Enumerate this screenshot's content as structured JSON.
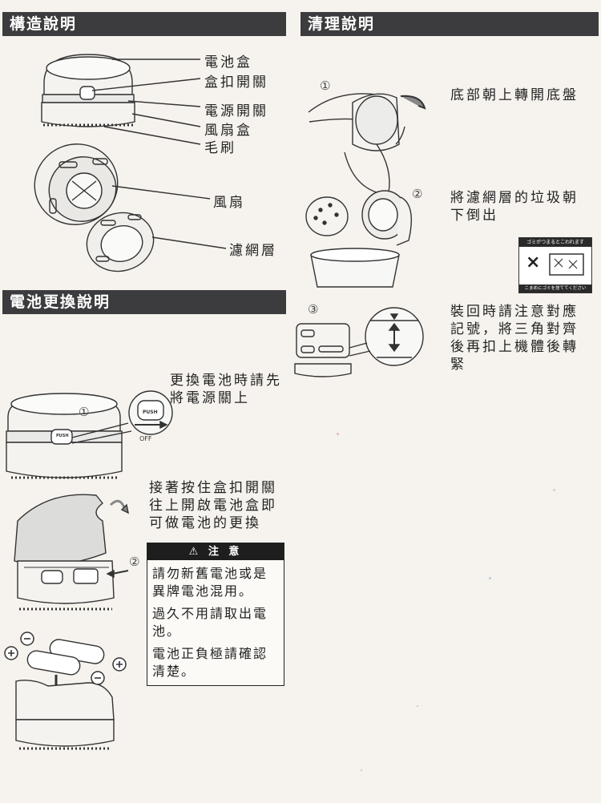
{
  "sections": {
    "structure": "構造說明",
    "cleaning": "清理說明",
    "battery": "電池更換說明"
  },
  "structure_labels": {
    "battery_box": "電池盒",
    "box_latch_switch": "盒扣開關",
    "power_switch": "電源開關",
    "fan_box": "風扇盒",
    "brush": "毛刷",
    "fan": "風扇",
    "filter": "濾網層"
  },
  "cleaning_steps": [
    {
      "num": "①",
      "text": "底部朝上轉開底盤"
    },
    {
      "num": "②",
      "text": "將濾網層的垃圾朝下倒出"
    },
    {
      "num": "③",
      "text": "裝回時請注意對應記號，將三角對齊後再扣上機體後轉緊"
    }
  ],
  "badge": {
    "top_text": "ゴミがつまるとこわれます",
    "bottom_text": "こまめにゴミを捨ててください"
  },
  "battery_steps": [
    {
      "num": "①",
      "text": "更換電池時請先將電源關上"
    },
    {
      "num": "②",
      "text": "接著按住盒扣開關往上開啟電池盒即可做電池的更換"
    }
  ],
  "switch_labels": {
    "push": "PUSH",
    "off": "OFF"
  },
  "caution": {
    "title": "⚠ 注 意",
    "items": [
      "請勿新舊電池或是異牌電池混用。",
      "過久不用請取出電池。",
      "電池正負極請確認清楚。"
    ]
  },
  "polarity": {
    "plus": "+",
    "minus": "−"
  }
}
